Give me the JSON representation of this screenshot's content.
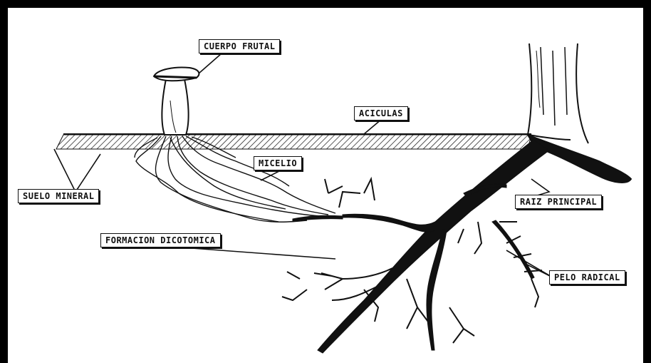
{
  "labels": {
    "fruiting_body": "CUERPO FRUTAL",
    "needles": "ACICULAS",
    "mycelium": "MICELIO",
    "mineral_soil": "SUELO MINERAL",
    "main_root": "RAIZ PRINCIPAL",
    "dichotomous": "FORMACION DICOTOMICA",
    "root_hair": "PELO RADICAL"
  },
  "colors": {
    "ink": "#111111",
    "paper": "#ffffff"
  }
}
